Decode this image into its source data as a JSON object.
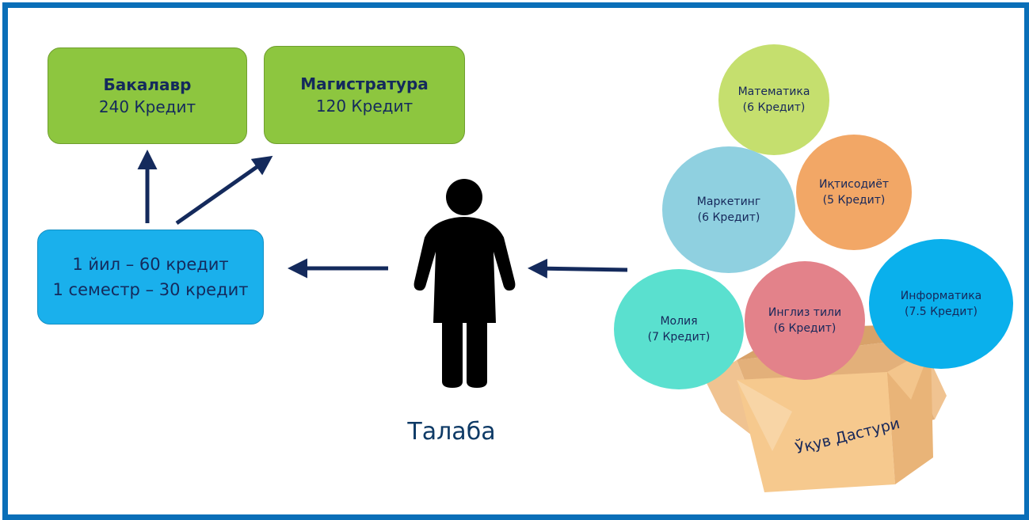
{
  "degrees": {
    "bachelor": {
      "title": "Бакалавр",
      "credits": "240 Кредит"
    },
    "master": {
      "title": "Магистратура",
      "credits": "120 Кредит"
    }
  },
  "workload": {
    "line1": "1 йил – 60 кредит",
    "line2": "1 семестр – 30 кредит"
  },
  "student": {
    "label": "Талаба"
  },
  "curriculum": {
    "box_label": "Ўқув Дастури",
    "subjects": [
      {
        "name": "Математика",
        "credits": "(6 Кредит)",
        "color": "#c5df6e"
      },
      {
        "name": "Маркетинг",
        "credits": "(6 Кредит)",
        "color": "#8fd0e0"
      },
      {
        "name": "Иқтисодиёт",
        "credits": "(5 Кредит)",
        "color": "#f2a766"
      },
      {
        "name": "Информатика",
        "credits": "(7.5 Кредит)",
        "color": "#0ab0ec"
      },
      {
        "name": "Молия",
        "credits": "(7 Кредит)",
        "color": "#5ae0cf"
      },
      {
        "name": "Инглиз тили",
        "credits": "(6 Кредит)",
        "color": "#e3828a"
      }
    ]
  },
  "colors": {
    "frame": "#0a6fb8",
    "arrow": "#142a5c",
    "green": "#8dc63f",
    "blue": "#1ab0ec"
  }
}
